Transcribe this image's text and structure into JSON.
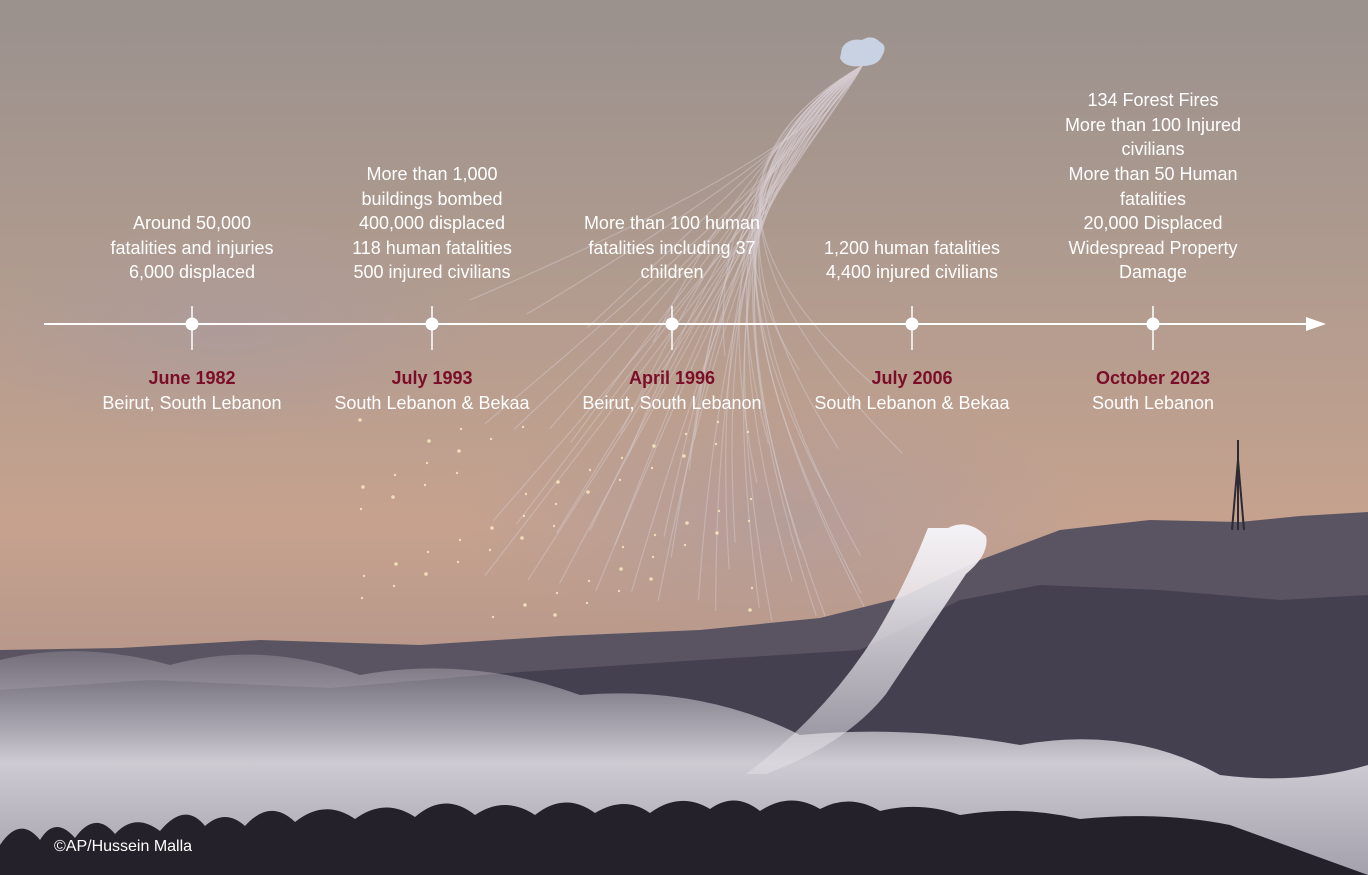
{
  "events": [
    {
      "date": "June 1982",
      "place": "Beirut, South Lebanon",
      "lines": [
        "Around 50,000",
        "fatalities and injuries",
        "6,000 displaced"
      ]
    },
    {
      "date": "July 1993",
      "place": "South Lebanon & Bekaa",
      "lines": [
        "More than 1,000",
        "buildings bombed",
        "400,000 displaced",
        "118 human fatalities",
        "500 injured civilians"
      ]
    },
    {
      "date": "April 1996",
      "place": "Beirut, South Lebanon",
      "lines": [
        "More than 100 human",
        "fatalities including 37",
        "children"
      ]
    },
    {
      "date": "July 2006",
      "place": "South Lebanon & Bekaa",
      "lines": [
        "1,200 human fatalities",
        "4,400 injured civilians"
      ]
    },
    {
      "date": "October 2023",
      "place": "South Lebanon",
      "lines": [
        "134 Forest Fires",
        "More than 100 Injured",
        "civilians",
        "More than 50 Human",
        "fatalities",
        "20,000 Displaced",
        "Widespread Property",
        "Damage"
      ]
    }
  ],
  "credit": "©AP/Hussein Malla",
  "colors": {
    "date": "#7a0d27",
    "text": "#ffffff",
    "line": "#ffffff"
  }
}
